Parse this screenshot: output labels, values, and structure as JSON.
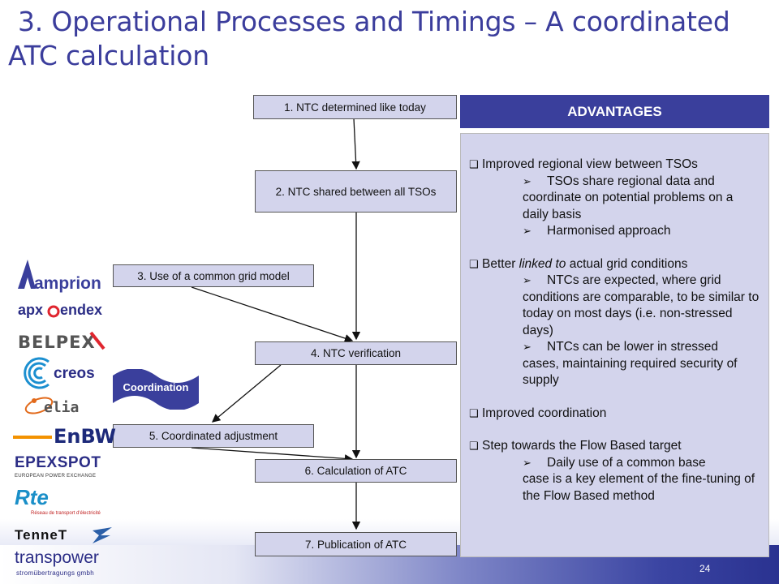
{
  "title": {
    "line1": "3. Operational Processes and Timings – A coordinated",
    "line2": "ATC calculation"
  },
  "steps": [
    "1.  NTC determined like today",
    "2.  NTC shared between all TSOs",
    "3.  Use of a common grid model",
    "4.  NTC verification",
    "5.  Coordinated adjustment",
    "6.  Calculation of ATC",
    "7.  Publication of ATC"
  ],
  "coordination_label": "Coordination",
  "advantages": {
    "heading": "ADVANTAGES",
    "i1": "Improved regional view between TSOs",
    "i1_s1a": "TSOs share regional data and",
    "i1_s1b": "coordinate on potential problems on a daily basis",
    "i1_s2": "Harmonised approach",
    "i2_pre": "Better ",
    "i2_em": "linked to",
    "i2_post": " actual grid conditions",
    "i2_s1a": "NTCs are expected, where grid",
    "i2_s1b": "conditions are comparable, to be similar to today on most days (i.e. non-stressed  days)",
    "i2_s2a": "NTCs can be lower in stressed",
    "i2_s2b": "cases, maintaining required security of supply",
    "i3": "Improved coordination",
    "i4": "Step towards the Flow Based target",
    "i4_s1a": "Daily use of a common base",
    "i4_s1b": "case is a key element of the fine-tuning of the Flow Based method"
  },
  "logos": {
    "amprion": "amprion",
    "apx": "apx",
    "endex": "endex",
    "belpex": "BELPEX",
    "creos": "creos",
    "elia": "elia",
    "enbw": "EnBW",
    "epex": "EPEXSPOT",
    "epex_sub": "EUROPEAN POWER EXCHANGE",
    "rte": "Rte",
    "rte_sub": "Réseau de transport d'électricité",
    "tennet": "TenneT",
    "transpower": "transpower",
    "transpower_sub": "stromübertragungs gmbh"
  },
  "page_number": "24",
  "colors": {
    "title": "#3b3d9c",
    "box_fill": "#d3d4ec",
    "header_fill": "#3a3f9c"
  }
}
